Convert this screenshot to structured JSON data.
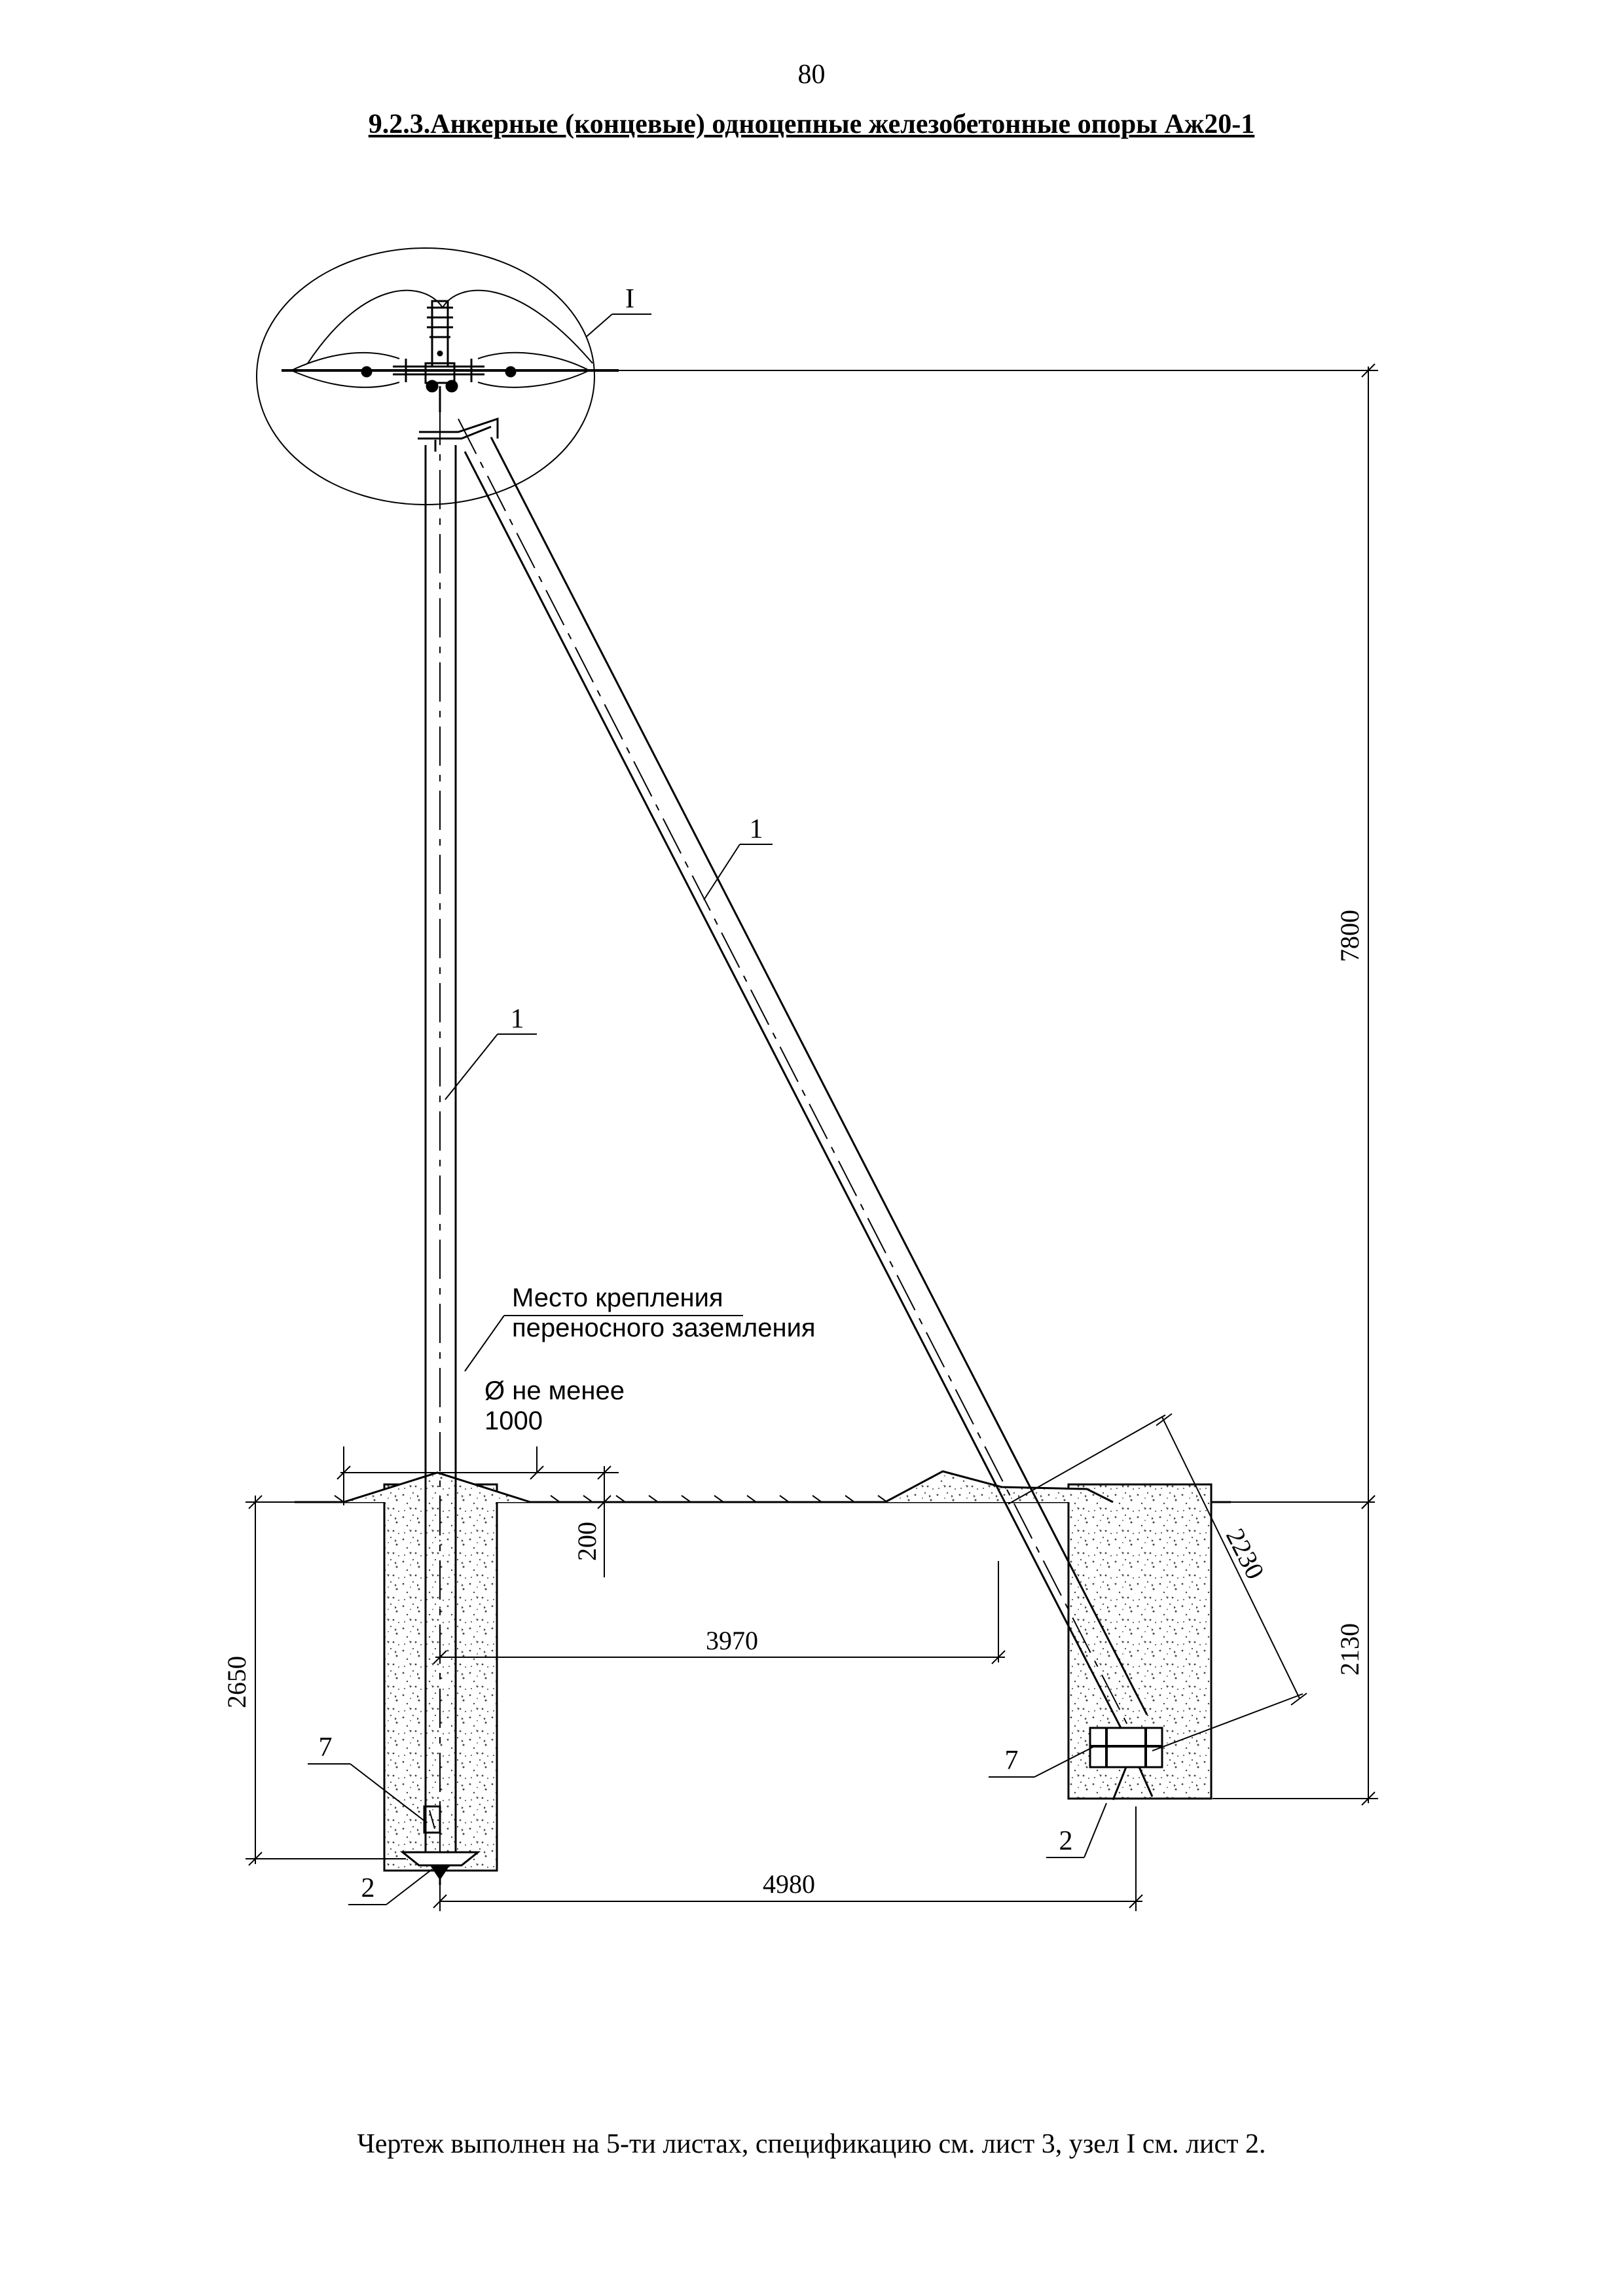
{
  "page_number": "80",
  "title": "9.2.3.Анкерные (концевые) одноцепные железобетонные опоры Аж20-1",
  "footnote": "Чертеж выполнен на 5-ти листах, спецификацию см. лист 3, узел I см. лист 2.",
  "labels": {
    "node": "I",
    "pole_mark": "1",
    "strut_mark": "1",
    "crossbar_mark": "7",
    "crossbar_mark_right": "7",
    "plate_mark": "2",
    "plate_mark_right": "2",
    "grounding_line1": "Место крепления",
    "grounding_line2": "переносного заземления",
    "pad_diameter_line1": "Ø не менее",
    "pad_diameter_line2": "1000"
  },
  "dimensions": {
    "height": "7800",
    "pole_depth": "2650",
    "strut_depth": "2130",
    "mound": "200",
    "strut_length": "2230",
    "top_spacing": "3970",
    "bottom_spacing": "4980"
  }
}
